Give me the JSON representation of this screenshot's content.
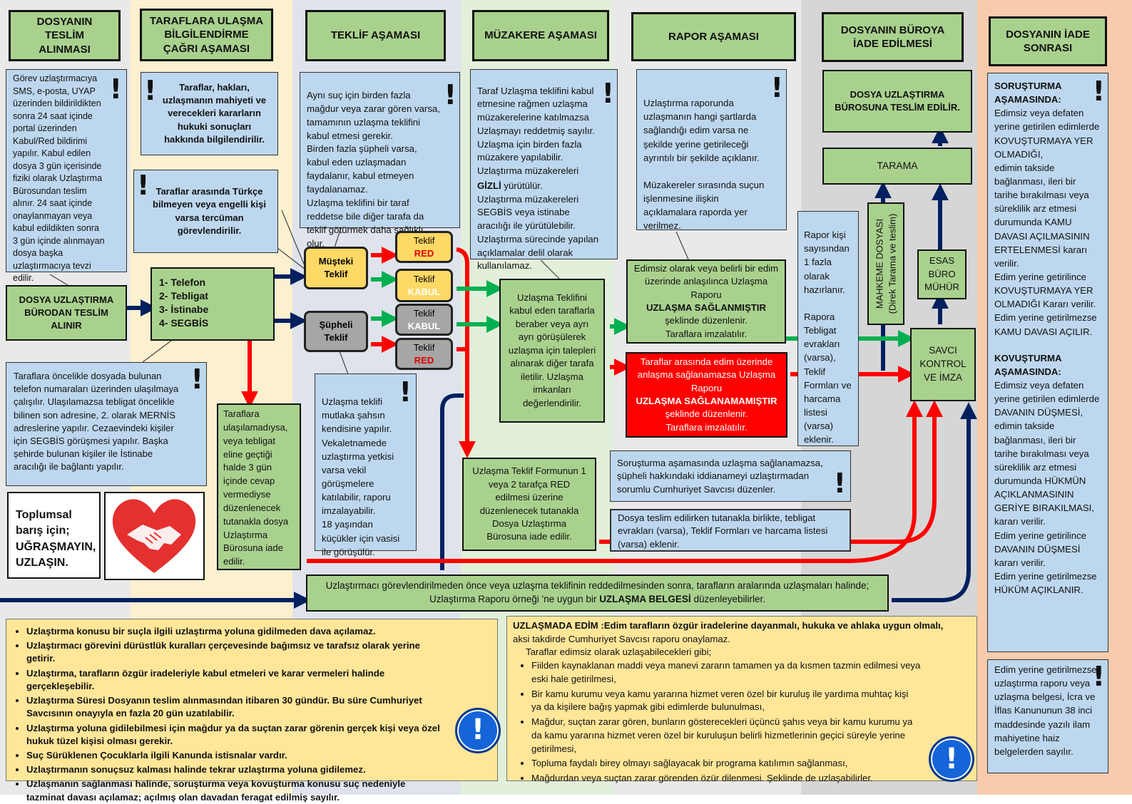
{
  "colors": {
    "lane_gray": "#e9e9e9",
    "lane_yellow": "#fdf0cf",
    "lane_slate": "#dfe3ec",
    "lane_mint": "#e2efda",
    "lane_dark": "#d6d6d6",
    "lane_peach": "#f8cbad",
    "header_green": "#a9d18e",
    "note_blue": "#bdd7ee",
    "offer_yellow": "#ffd966",
    "offer_gray": "#a6a6a6",
    "report_red": "#ff0000",
    "arrow_navy": "#002060",
    "arrow_red": "#ff0000",
    "arrow_green": "#00b050"
  },
  "headers": {
    "h1": "DOSYANIN\nTESLİM\nALINMASI",
    "h2": "TARAFLARA ULAŞMA\nBİLGİLENDİRME\nÇAĞRI AŞAMASI",
    "h3": "TEKLİF AŞAMASI",
    "h4": "MÜZAKERE AŞAMASI",
    "h5": "RAPOR AŞAMASI",
    "h6": "DOSYANIN BÜROYA\nİADE EDİLMESİ",
    "h7": "DOSYANIN İADE\nSONRASI"
  },
  "notes": {
    "sms": "Görev uzlaştırmacıya SMS, e-posta, UYAP üzerinden bildirildikten sonra 24 saat içinde portal üzerinden Kabul/Red bildirimi yapılır. Kabul edilen dosya 3 gün içerisinde fiziki olarak Uzlaştırma Bürosundan teslim alınır. 24 saat içinde onaylanmayan veya kabul edildikten sonra 3 gün içinde alınmayan dosya başka uzlaştırmacıya tevzi edilir.",
    "taraflar_bilgi": "Taraflar, hakları, uzlaşmanın mahiyeti ve verecekleri kararların hukuki sonuçları hakkında bilgilendirilir.",
    "tercuman": "Taraflar arasında Türkçe bilmeyen veya engelli kişi varsa tercüman görevlendirilir.",
    "teklif_note": "Aynı suç için birden fazla mağdur veya zarar gören varsa, tamamının uzlaşma teklifini kabul etmesi gerekir.\nBirden fazla şüpheli varsa, kabul eden uzlaşmadan faydalanır, kabul etmeyen faydalanamaz.\nUzlaşma teklifini bir taraf reddetse bile diğer tarafa da teklif götürmek daha sağlıklı olur.",
    "muzakere_pre": "Taraf Uzlaşma teklifini kabul etmesine rağmen uzlaşma müzakerelerine katılmazsa Uzlaşmayı reddetmiş sayılır.\nUzlaşma için birden fazla müzakere yapılabilir.\nUzlaştırma müzakereleri",
    "muzakere_bold": "GİZLİ",
    "muzakere_post": " yürütülür.\nUzlaştırma müzakereleri SEGBİS veya istinabe aracılığı ile yürütülebilir.\nUzlaştırma sürecinde yapılan açıklamalar delil olarak kullanılamaz.",
    "rapor_note": "Uzlaştırma raporunda uzlaşmanın hangi şartlarda sağlandığı edim varsa ne şekilde yerine getirileceği ayrıntılı bir şekilde açıklanır.\n\nMüzakereler sırasında suçun işlenmesine ilişkin açıklamalara raporda yer verilmez.",
    "ulasma": "Taraflara öncelikle dosyada bulunan telefon numaraları üzerinden ulaşılmaya çalışılır. Ulaşılamazsa tebligat öncelikle bilinen son adresine, 2. olarak MERNİS adreslerine yapılır. Cezaevindeki kişiler için SEGBİS görüşmesi yapılır. Başka şehirde bulunan kişiler ile İstinabe aracılığı ile bağlantı yapılır.",
    "sahsen": "Uzlaşma teklifi mutlaka şahsın kendisine yapılır. Vekaletnamede uzlaştırma yetkisi varsa vekil görüşmelere katılabilir, raporu imzalayabilir.\n18 yaşından küçükler için vasisi ile görüşülür.",
    "rapor_kisi": "Rapor kişi sayısından 1 fazla olarak hazırlanır.\n\nRapora Tebligat evrakları (varsa), Teklif Formları ve harcama listesi (varsa) eklenir.",
    "iddianame": "Soruşturma aşamasında uzlaşma sağlanamazsa, şüpheli hakkındaki iddianameyi uzlaştırmadan sorumlu Cumhuriyet Savcısı düzenler.",
    "tutanak": "Dosya teslim edilirken tutanakla birlikte, tebligat evrakları (varsa), Teklif Formları ve harcama listesi (varsa) eklenir.",
    "icra": "Edim yerine getirilmezse uzlaştırma raporu veya uzlaşma belgesi, İcra ve İflas Kanununun 38 inci maddesinde yazılı ilam mahiyetine haiz belgelerden sayılır."
  },
  "green_boxes": {
    "dosya_teslim": "DOSYA UZLAŞTIRMA BÜRODAN TESLİM ALINIR",
    "yontem": [
      "1- Telefon",
      "2- Tebligat",
      "3- İstinabe",
      "4- SEGBİS"
    ],
    "ulasilamadi": "Taraflara ulaşılamadıysa, veya tebligat eline geçtiği halde 3 gün içinde cevap vermediyse düzenlenecek tutanakla dosya Uzlaştırma Bürosuna iade edilir.",
    "muzakere": "Uzlaşma Teklifini kabul eden taraflarla beraber veya ayrı ayrı görüşülerek uzlaşma için talepleri alınarak diğer tarafa iletilir. Uzlaşma imkanları değerlendirilir.",
    "red_iade": "Uzlaşma Teklif Formunun 1 veya 2 tarafça RED edilmesi üzerine düzenlenecek tutanakla Dosya Uzlaştırma Bürosuna iade edilir.",
    "saglandi_pre": "Edimsiz olarak veya belirli bir edim üzerinde anlaşılınca Uzlaşma Raporu",
    "saglandi_bold": "UZLAŞMA SAĞLANMIŞTIR",
    "saglandi_post": "şeklinde düzenlenir.\nTaraflara imzalatılır.",
    "teslim_buro": "DOSYA UZLAŞTIRMA BÜROSUNA TESLİM EDİLİR.",
    "tarama": "TARAMA",
    "esas": "ESAS BÜRO MÜHÜR",
    "savci": "SAVCI KONTROL VE İMZA",
    "mahkeme": "MAHKEME DOSYASI\n(Direk Tarama ve teslim)",
    "belge_pre": "Uzlaştırmacı görevlendirilmeden önce veya uzlaşma teklifinin reddedilmesinden sonra, tarafların aralarında uzlaşmaları halinde; Uzlaştırma Raporu örneği 'ne uygun bir ",
    "belge_bold": "UZLAŞMA BELGESİ",
    "belge_post": " düzenleyebilirler."
  },
  "red_box": {
    "pre": "Taraflar arasında edim üzerinde anlaşma sağlanamazsa Uzlaşma Raporu",
    "bold": "UZLAŞMA SAĞLANAMAMIŞTIR",
    "post": "şeklinde düzenlenir.\nTaraflara imzalatılır."
  },
  "offers": {
    "musteki": "Müşteki\nTeklif",
    "supheli": "Şüpheli\nTeklif",
    "teklif_word": "Teklif",
    "red": "RED",
    "kabul": "KABUL"
  },
  "slogan": "Toplumsal barış için; UĞRAŞMAYIN, UZLAŞIN.",
  "iade_sonrasi": {
    "sorusturma_title": "SORUŞTURMA AŞAMASINDA:",
    "sorusturma_text": "Edimsiz veya defaten yerine getirilen edimlerde KOVUŞTURMAYA YER OLMADIĞI,\n edimin takside bağlanması, ileri bir tarihe bırakılması veya süreklilik arz etmesi durumunda KAMU DAVASI AÇILMASININ ERTELENMESİ kararı verilir.\nEdim yerine getirilince KOVUŞTURMAYA YER OLMADIĞI Kararı verilir.\nEdim yerine getirilmezse KAMU DAVASI AÇILIR.",
    "kovusturma_title": "KOVUŞTURMA AŞAMASINDA:",
    "kovusturma_text": "Edimsiz veya defaten yerine getirilen edimlerde DAVANIN DÜŞMESİ, edimin takside bağlanması, ileri bir tarihe bırakılması veya süreklilik arz etmesi durumunda HÜKMÜN AÇIKLANMASININ GERİYE BIRAKILMASI, kararı verilir.\nEdim yerine getirilince DAVANIN DÜŞMESİ kararı verilir.\n Edim yerine getirilmezse HÜKÜM AÇIKLANIR."
  },
  "rules": [
    "Uzlaştırma konusu bir suçla ilgili uzlaştırma yoluna gidilmeden dava açılamaz.",
    "Uzlaştırmacı görevini dürüstlük kuralları çerçevesinde bağımsız ve tarafsız olarak yerine getirir.",
    "Uzlaştırma, tarafların özgür iradeleriyle kabul etmeleri ve karar vermeleri halinde gerçekleşebilir.",
    "Uzlaştırma Süresi Dosyanın teslim alınmasından itibaren 30 gündür. Bu süre Cumhuriyet Savcısının onayıyla en fazla 20 gün uzatılabilir.",
    "Uzlaştırma yoluna gidilebilmesi için mağdur ya da suçtan zarar görenin gerçek kişi veya özel hukuk tüzel kişisi olması gerekir.",
    "Suç Sürüklenen Çocuklarla ilgili Kanunda istisnalar vardır.",
    "Uzlaştırmanın sonuçsuz kalması halinde tekrar uzlaştırma yoluna gidilemez.",
    "Uzlaşmanın sağlanması halinde, soruşturma veya kovuşturma konusu suç nedeniyle tazminat davası açılamaz; açılmış olan davadan feragat edilmiş sayılır."
  ],
  "edim": {
    "title": "UZLAŞMADA EDİM",
    "title_rest": " :Edim tarafların özgür iradelerine dayanmalı, hukuka ve ahlaka uygun olmalı,",
    "line2": "aksi takdirde Cumhuriyet Savcısı raporu onaylamaz.",
    "line3": "Taraflar edimsiz olarak uzlaşabilecekleri gibi;",
    "items": [
      "Fiilden kaynaklanan maddi veya manevi zararın tamamen ya da kısmen tazmin edilmesi veya eski hale getirilmesi,",
      "Bir kamu kurumu veya kamu yararına hizmet veren özel bir kuruluş ile yardıma muhtaç kişi ya da kişilere bağış yapmak gibi edimlerde bulunulması,",
      "Mağdur, suçtan zarar gören, bunların gösterecekleri üçüncü şahıs veya bir kamu kurumu ya da kamu yararına hizmet veren özel bir kuruluşun belirli hizmetlerinin geçici süreyle yerine getirilmesi,",
      "Topluma faydalı birey olmayı sağlayacak bir programa katılımın sağlanması,",
      "Mağdurdan veya suçtan zarar görenden özür dilenmesi. Şeklinde de uzlaşabilirler."
    ]
  },
  "icons": {
    "exclamation": "exclamation-icon",
    "info": "info-circle-icon",
    "handshake": "handshake-heart-icon"
  }
}
